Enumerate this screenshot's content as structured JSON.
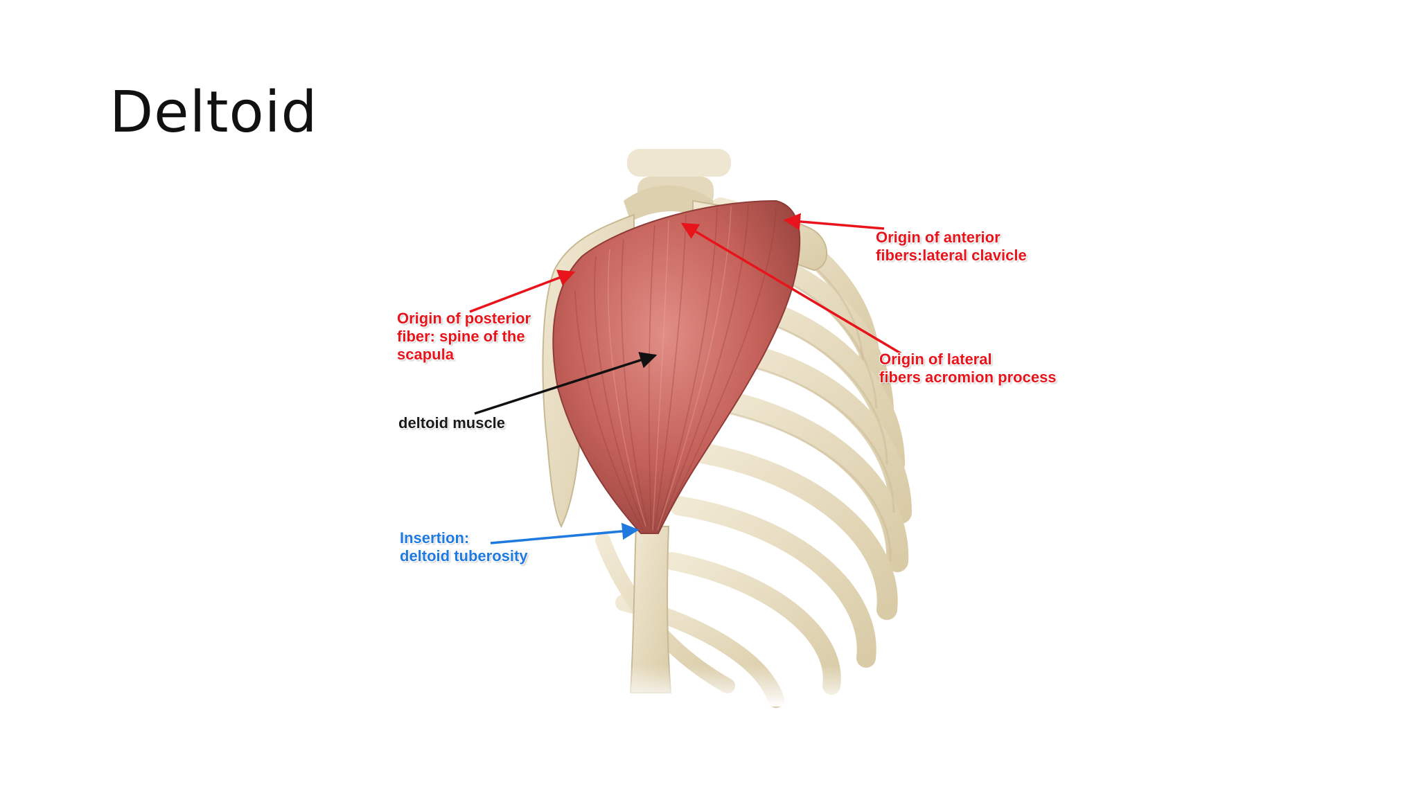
{
  "slide": {
    "title": "Deltoid"
  },
  "colors": {
    "origin_label": "#e8141b",
    "muscle_label": "#1a1a1a",
    "insertion_label": "#1f7ae0",
    "bone": "#e6dcc2",
    "bone_shadow": "#c7b994",
    "muscle": "#c0605a",
    "muscle_dark": "#8f3b37"
  },
  "annotations": {
    "anterior": {
      "line1": "Origin of anterior",
      "line2": "fibers:lateral clavicle",
      "arrow_color": "red"
    },
    "lateral": {
      "line1": "Origin of lateral",
      "line2": "fibers acromion process",
      "arrow_color": "red"
    },
    "posterior": {
      "line1": "Origin of posterior",
      "line2": "fiber: spine of the",
      "line3": "scapula",
      "arrow_color": "red"
    },
    "muscle": {
      "text": "deltoid muscle",
      "arrow_color": "black"
    },
    "insertion": {
      "line1": "Insertion:",
      "line2": "deltoid tuberosity",
      "arrow_color": "blue"
    }
  }
}
